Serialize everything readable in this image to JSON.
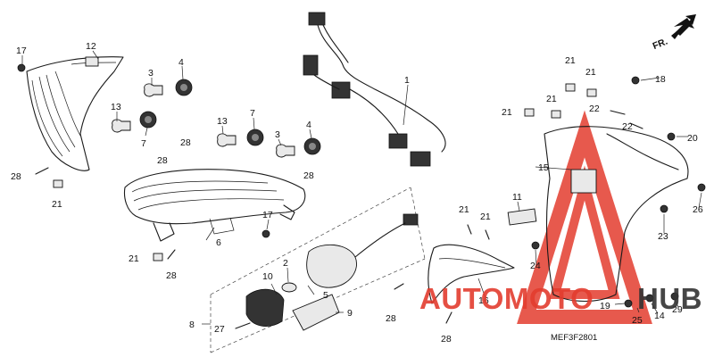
{
  "diagram": {
    "code": "MEF3F2801",
    "direction_label": "FR.",
    "callouts": [
      "1",
      "2",
      "3",
      "4",
      "5",
      "6",
      "7",
      "8",
      "9",
      "10",
      "11",
      "12",
      "13",
      "14",
      "15",
      "16",
      "17",
      "18",
      "19",
      "20",
      "21",
      "22",
      "23",
      "24",
      "25",
      "26",
      "27",
      "28",
      "29"
    ]
  },
  "watermark": {
    "text_a": "AUTOMOTO",
    "text_b": "HUB",
    "color": "#e33d2f"
  }
}
